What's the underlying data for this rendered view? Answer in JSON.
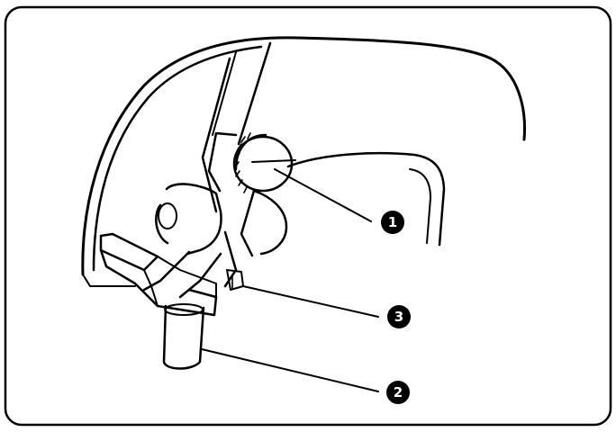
{
  "callouts": [
    {
      "number": "1",
      "symbol": "❶"
    },
    {
      "number": "2",
      "symbol": "❷"
    },
    {
      "number": "3",
      "symbol": "❸"
    }
  ],
  "colors": {
    "ink": "#000000",
    "background": "#ffffff",
    "badge_text": "#ffffff"
  }
}
